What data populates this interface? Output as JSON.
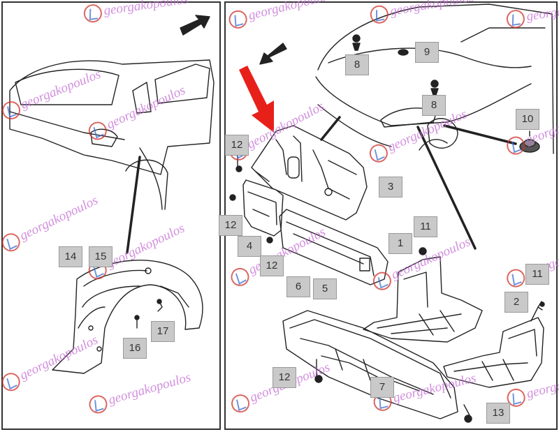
{
  "watermark": {
    "text": "georgakopoulos",
    "brand_color": "#c46ad4",
    "logo_color": "#d0342c"
  },
  "arrow_color": "#e8201a",
  "labels": [
    {
      "id": "l14",
      "text": "14"
    },
    {
      "id": "l15",
      "text": "15"
    },
    {
      "id": "l16",
      "text": "16"
    },
    {
      "id": "l17",
      "text": "17"
    },
    {
      "id": "l8a",
      "text": "8"
    },
    {
      "id": "l9",
      "text": "9"
    },
    {
      "id": "l8b",
      "text": "8"
    },
    {
      "id": "l10",
      "text": "10"
    },
    {
      "id": "l12a",
      "text": "12"
    },
    {
      "id": "l3",
      "text": "3"
    },
    {
      "id": "l12b",
      "text": "12"
    },
    {
      "id": "l4",
      "text": "4"
    },
    {
      "id": "l12c",
      "text": "12"
    },
    {
      "id": "l1",
      "text": "1"
    },
    {
      "id": "l11a",
      "text": "11"
    },
    {
      "id": "l11b",
      "text": "11"
    },
    {
      "id": "l2",
      "text": "2"
    },
    {
      "id": "l6",
      "text": "6"
    },
    {
      "id": "l5",
      "text": "5"
    },
    {
      "id": "l12d",
      "text": "12"
    },
    {
      "id": "l7",
      "text": "7"
    },
    {
      "id": "l13",
      "text": "13"
    }
  ]
}
